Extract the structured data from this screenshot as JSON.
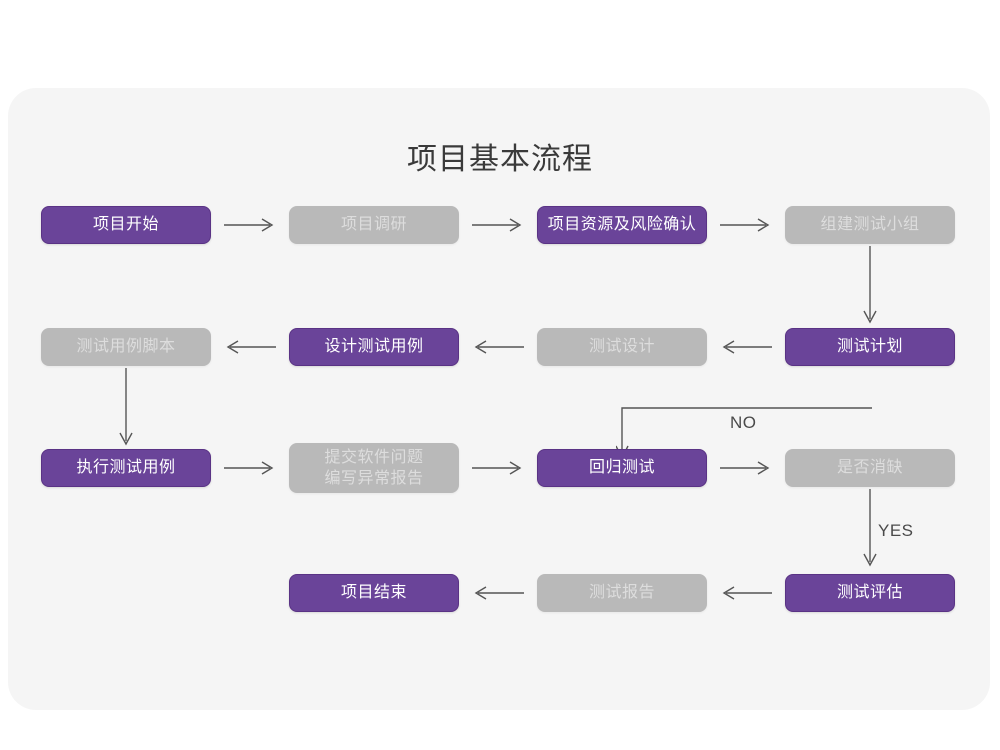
{
  "page": {
    "title": "项目基本流程",
    "background": "#ffffff",
    "panel_color": "#f5f5f5"
  },
  "colors": {
    "purple": "#6a4499",
    "purple_border": "#5a3385",
    "gray": "#b9b9b9",
    "gray_text": "#dddddd",
    "purple_text": "#ffffff",
    "arrow": "#555555",
    "title_text": "#3a3a3a"
  },
  "chart_data": {
    "type": "diagram",
    "title": "项目基本流程",
    "nodes": [
      {
        "id": "n1",
        "label": "项目开始",
        "style": "purple",
        "row": 1,
        "col": 1
      },
      {
        "id": "n2",
        "label": "项目调研",
        "style": "gray",
        "row": 1,
        "col": 2
      },
      {
        "id": "n3",
        "label": "项目资源及风险确认",
        "style": "purple",
        "row": 1,
        "col": 3
      },
      {
        "id": "n4",
        "label": "组建测试小组",
        "style": "gray",
        "row": 1,
        "col": 4
      },
      {
        "id": "n5",
        "label": "测试计划",
        "style": "purple",
        "row": 2,
        "col": 4
      },
      {
        "id": "n6",
        "label": "测试设计",
        "style": "gray",
        "row": 2,
        "col": 3
      },
      {
        "id": "n7",
        "label": "设计测试用例",
        "style": "purple",
        "row": 2,
        "col": 2
      },
      {
        "id": "n8",
        "label": "测试用例脚本",
        "style": "gray",
        "row": 2,
        "col": 1
      },
      {
        "id": "n9",
        "label": "执行测试用例",
        "style": "purple",
        "row": 3,
        "col": 1
      },
      {
        "id": "n10",
        "label": "提交软件问题\n编写异常报告",
        "style": "gray",
        "row": 3,
        "col": 2
      },
      {
        "id": "n11",
        "label": "回归测试",
        "style": "purple",
        "row": 3,
        "col": 3
      },
      {
        "id": "n12",
        "label": "是否消缺",
        "style": "gray",
        "row": 3,
        "col": 4
      },
      {
        "id": "n13",
        "label": "测试评估",
        "style": "purple",
        "row": 4,
        "col": 4
      },
      {
        "id": "n14",
        "label": "测试报告",
        "style": "gray",
        "row": 4,
        "col": 3
      },
      {
        "id": "n15",
        "label": "项目结束",
        "style": "purple",
        "row": 4,
        "col": 2
      }
    ],
    "node_labels": {
      "n10_line1": "提交软件问题",
      "n10_line2": "编写异常报告"
    },
    "edges": [
      {
        "from": "n1",
        "to": "n2",
        "dir": "right",
        "label": ""
      },
      {
        "from": "n2",
        "to": "n3",
        "dir": "right",
        "label": ""
      },
      {
        "from": "n3",
        "to": "n4",
        "dir": "right",
        "label": ""
      },
      {
        "from": "n4",
        "to": "n5",
        "dir": "down",
        "label": ""
      },
      {
        "from": "n5",
        "to": "n6",
        "dir": "left",
        "label": ""
      },
      {
        "from": "n6",
        "to": "n7",
        "dir": "left",
        "label": ""
      },
      {
        "from": "n7",
        "to": "n8",
        "dir": "left",
        "label": ""
      },
      {
        "from": "n8",
        "to": "n9",
        "dir": "down",
        "label": ""
      },
      {
        "from": "n9",
        "to": "n10",
        "dir": "right",
        "label": ""
      },
      {
        "from": "n10",
        "to": "n11",
        "dir": "right",
        "label": ""
      },
      {
        "from": "n11",
        "to": "n12",
        "dir": "right",
        "label": ""
      },
      {
        "from": "n12",
        "to": "n11",
        "dir": "elbow-up-left",
        "label": "NO"
      },
      {
        "from": "n12",
        "to": "n13",
        "dir": "down",
        "label": "YES"
      },
      {
        "from": "n13",
        "to": "n14",
        "dir": "left",
        "label": ""
      },
      {
        "from": "n14",
        "to": "n15",
        "dir": "left",
        "label": ""
      }
    ],
    "edge_labels": {
      "no": "NO",
      "yes": "YES"
    }
  }
}
